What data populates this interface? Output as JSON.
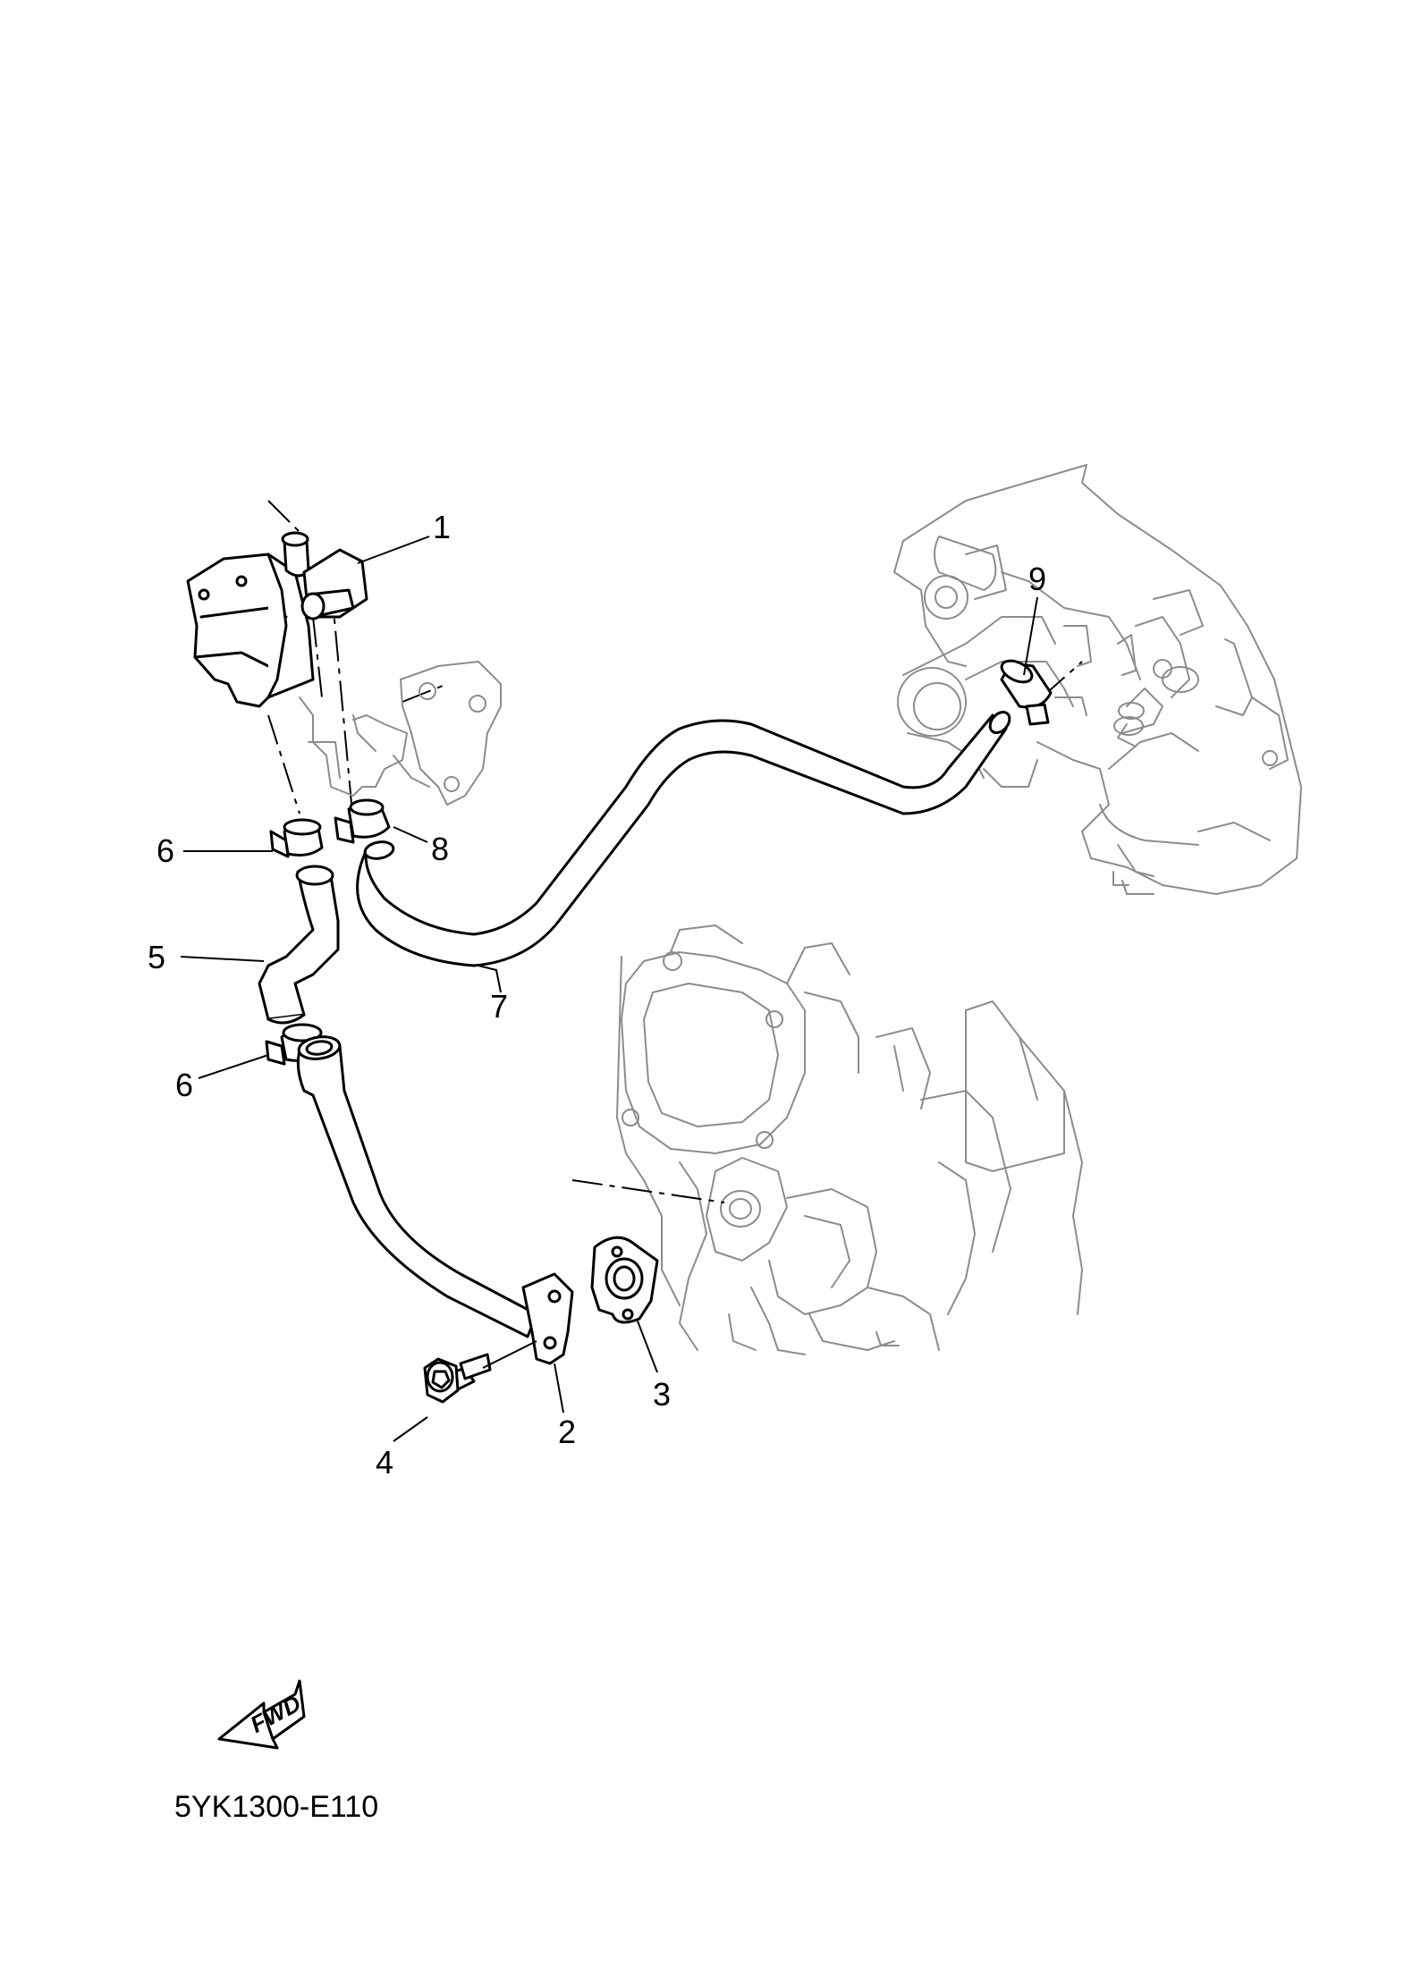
{
  "callouts": {
    "c1": "1",
    "c2": "2",
    "c3": "3",
    "c4": "4",
    "c5": "5",
    "c6a": "6",
    "c6b": "6",
    "c7": "7",
    "c8": "8",
    "c9": "9"
  },
  "fwd_label": "FWD",
  "diagram_code": "5YK1300-E110",
  "colors": {
    "part_stroke": "#000000",
    "background_engine_stroke": "#8c8c8c",
    "paper": "#ffffff"
  }
}
